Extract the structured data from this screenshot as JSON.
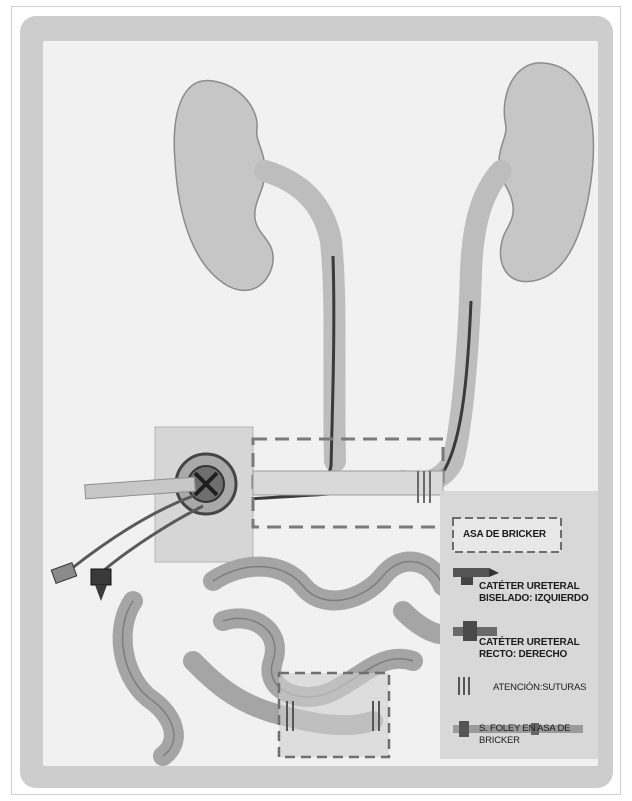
{
  "legend": {
    "asa_label": "ASA DE BRICKER",
    "items": [
      {
        "icon": "beveled-catheter-icon",
        "label_1": "CATÉTER URETERAL",
        "label_2": "BISELADO: IZQUIERDO"
      },
      {
        "icon": "straight-catheter-icon",
        "label_1": "CATÉTER URETERAL",
        "label_2": "RECTO: DERECHO"
      },
      {
        "icon": "suture-icon",
        "label_1": "ATENCIÓN:SUTURAS"
      },
      {
        "icon": "foley-catheter-icon",
        "label_1": "S. FOLEY EN ASA DE",
        "label_2": "BRICKER"
      }
    ]
  },
  "colors": {
    "frame": "#cdcdcd",
    "paper": "#f1f1f1",
    "kidney": "#c9c9c9",
    "catheter_dark": "#3a3a3a",
    "dashed": "#7a7a7a"
  }
}
